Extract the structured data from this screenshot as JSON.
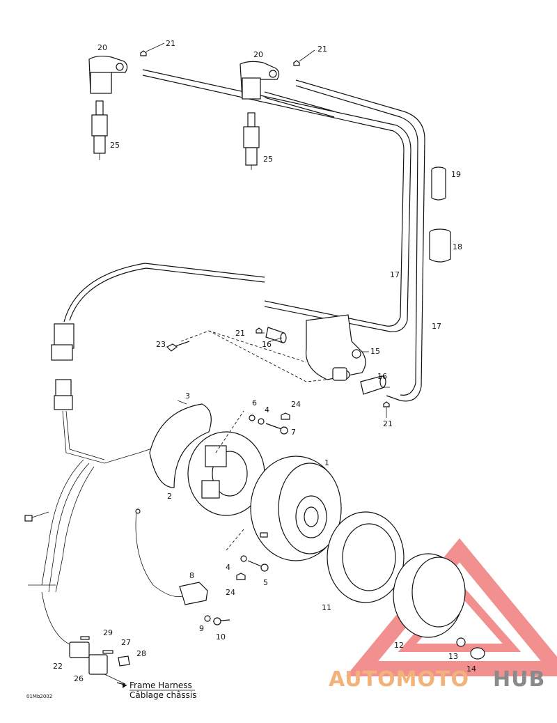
{
  "callouts": [
    {
      "id": "c20a",
      "text": "20"
    },
    {
      "id": "c21a",
      "text": "21"
    },
    {
      "id": "c20b",
      "text": "20"
    },
    {
      "id": "c21b",
      "text": "21"
    },
    {
      "id": "c25a",
      "text": "25"
    },
    {
      "id": "c25b",
      "text": "25"
    },
    {
      "id": "c19",
      "text": "19"
    },
    {
      "id": "c18",
      "text": "18"
    },
    {
      "id": "c17a",
      "text": "17"
    },
    {
      "id": "c17b",
      "text": "17"
    },
    {
      "id": "c21c",
      "text": "21"
    },
    {
      "id": "c16a",
      "text": "16"
    },
    {
      "id": "c23",
      "text": "23"
    },
    {
      "id": "c15",
      "text": "15"
    },
    {
      "id": "c16b",
      "text": "16"
    },
    {
      "id": "c21d",
      "text": "21"
    },
    {
      "id": "c3",
      "text": "3"
    },
    {
      "id": "c6",
      "text": "6"
    },
    {
      "id": "c4a",
      "text": "4"
    },
    {
      "id": "c24a",
      "text": "24"
    },
    {
      "id": "c7",
      "text": "7"
    },
    {
      "id": "c1",
      "text": "1"
    },
    {
      "id": "c2",
      "text": "2"
    },
    {
      "id": "c4b",
      "text": "4"
    },
    {
      "id": "c5",
      "text": "5"
    },
    {
      "id": "c24b",
      "text": "24"
    },
    {
      "id": "c8",
      "text": "8"
    },
    {
      "id": "c11",
      "text": "11"
    },
    {
      "id": "c9",
      "text": "9"
    },
    {
      "id": "c10",
      "text": "10"
    },
    {
      "id": "c29",
      "text": "29"
    },
    {
      "id": "c27",
      "text": "27"
    },
    {
      "id": "c28",
      "text": "28"
    },
    {
      "id": "c22",
      "text": "22"
    },
    {
      "id": "c26",
      "text": "26"
    },
    {
      "id": "c12",
      "text": "12"
    },
    {
      "id": "c13",
      "text": "13"
    },
    {
      "id": "c14",
      "text": "14"
    }
  ],
  "harness_label": {
    "line1": "Frame Harness",
    "line2": "Câblage châssis"
  },
  "drawing_code": "01Mb2002",
  "watermark": {
    "part1": "AUTOMOTO",
    "part2": "HUB",
    "color1": "#f2b27a",
    "color2": "#8a8a8a",
    "triangle_color": "#f07c7c"
  }
}
